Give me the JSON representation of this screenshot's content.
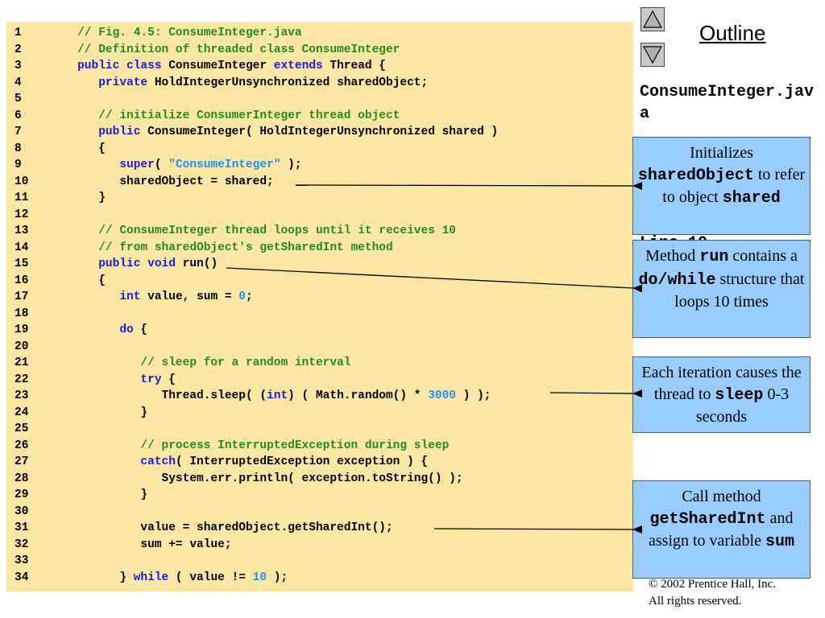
{
  "code": {
    "lines": [
      {
        "n": "1",
        "segs": [
          {
            "t": "   // Fig. 4.5: ConsumeInteger.java",
            "c": "cm"
          }
        ]
      },
      {
        "n": "2",
        "segs": [
          {
            "t": "   // Definition of threaded class ConsumeInteger",
            "c": "cm"
          }
        ]
      },
      {
        "n": "3",
        "segs": [
          {
            "t": "   ",
            "c": ""
          },
          {
            "t": "public class",
            "c": "kw"
          },
          {
            "t": " ConsumeInteger ",
            "c": ""
          },
          {
            "t": "extends",
            "c": "kw"
          },
          {
            "t": " Thread {",
            "c": ""
          }
        ]
      },
      {
        "n": "4",
        "segs": [
          {
            "t": "      ",
            "c": ""
          },
          {
            "t": "private",
            "c": "kw"
          },
          {
            "t": " HoldIntegerUnsynchronized sharedObject;",
            "c": ""
          }
        ]
      },
      {
        "n": "5",
        "segs": []
      },
      {
        "n": "6",
        "segs": [
          {
            "t": "      // initialize ConsumerInteger thread object",
            "c": "cm"
          }
        ]
      },
      {
        "n": "7",
        "segs": [
          {
            "t": "      ",
            "c": ""
          },
          {
            "t": "public",
            "c": "kw"
          },
          {
            "t": " ConsumeInteger( HoldIntegerUnsynchronized shared )",
            "c": ""
          }
        ]
      },
      {
        "n": "8",
        "segs": [
          {
            "t": "      {",
            "c": ""
          }
        ]
      },
      {
        "n": "9",
        "segs": [
          {
            "t": "         ",
            "c": ""
          },
          {
            "t": "super",
            "c": "kw"
          },
          {
            "t": "( ",
            "c": ""
          },
          {
            "t": "\"ConsumeInteger\"",
            "c": "str"
          },
          {
            "t": " );",
            "c": ""
          }
        ]
      },
      {
        "n": "10",
        "segs": [
          {
            "t": "         sharedObject = shared;",
            "c": ""
          }
        ]
      },
      {
        "n": "11",
        "segs": [
          {
            "t": "      }",
            "c": ""
          }
        ]
      },
      {
        "n": "12",
        "segs": []
      },
      {
        "n": "13",
        "segs": [
          {
            "t": "      // ConsumeInteger thread loops until it receives 10",
            "c": "cm"
          }
        ]
      },
      {
        "n": "14",
        "segs": [
          {
            "t": "      // from sharedObject's getSharedInt method",
            "c": "cm"
          }
        ]
      },
      {
        "n": "15",
        "segs": [
          {
            "t": "      ",
            "c": ""
          },
          {
            "t": "public void",
            "c": "kw"
          },
          {
            "t": " run()",
            "c": ""
          }
        ]
      },
      {
        "n": "16",
        "segs": [
          {
            "t": "      {",
            "c": ""
          }
        ]
      },
      {
        "n": "17",
        "segs": [
          {
            "t": "         ",
            "c": ""
          },
          {
            "t": "int",
            "c": "kw"
          },
          {
            "t": " value, sum = ",
            "c": ""
          },
          {
            "t": "0",
            "c": "num"
          },
          {
            "t": ";",
            "c": ""
          }
        ]
      },
      {
        "n": "18",
        "segs": []
      },
      {
        "n": "19",
        "segs": [
          {
            "t": "         ",
            "c": ""
          },
          {
            "t": "do",
            "c": "kw"
          },
          {
            "t": " {",
            "c": ""
          }
        ]
      },
      {
        "n": "20",
        "segs": []
      },
      {
        "n": "21",
        "segs": [
          {
            "t": "            // sleep for a random interval",
            "c": "cm"
          }
        ]
      },
      {
        "n": "22",
        "segs": [
          {
            "t": "            ",
            "c": ""
          },
          {
            "t": "try",
            "c": "kw"
          },
          {
            "t": " {",
            "c": ""
          }
        ]
      },
      {
        "n": "23",
        "segs": [
          {
            "t": "               Thread.sleep( (",
            "c": ""
          },
          {
            "t": "int",
            "c": "kw"
          },
          {
            "t": ") ( Math.random() * ",
            "c": ""
          },
          {
            "t": "3000",
            "c": "num"
          },
          {
            "t": " ) );",
            "c": ""
          }
        ]
      },
      {
        "n": "24",
        "segs": [
          {
            "t": "            }",
            "c": ""
          }
        ]
      },
      {
        "n": "25",
        "segs": []
      },
      {
        "n": "26",
        "segs": [
          {
            "t": "            // process InterruptedException during sleep",
            "c": "cm"
          }
        ]
      },
      {
        "n": "27",
        "segs": [
          {
            "t": "            ",
            "c": ""
          },
          {
            "t": "catch",
            "c": "kw"
          },
          {
            "t": "( InterruptedException exception ) {",
            "c": ""
          }
        ]
      },
      {
        "n": "28",
        "segs": [
          {
            "t": "               System.err.println( exception.toString() );",
            "c": ""
          }
        ]
      },
      {
        "n": "29",
        "segs": [
          {
            "t": "            }",
            "c": ""
          }
        ]
      },
      {
        "n": "30",
        "segs": []
      },
      {
        "n": "31",
        "segs": [
          {
            "t": "            value = sharedObject.getSharedInt();",
            "c": ""
          }
        ]
      },
      {
        "n": "32",
        "segs": [
          {
            "t": "            sum += value;",
            "c": ""
          }
        ]
      },
      {
        "n": "33",
        "segs": []
      },
      {
        "n": "34",
        "segs": [
          {
            "t": "         } ",
            "c": ""
          },
          {
            "t": "while",
            "c": "kw"
          },
          {
            "t": " ( value != ",
            "c": ""
          },
          {
            "t": "10",
            "c": "num"
          },
          {
            "t": " );",
            "c": ""
          }
        ]
      }
    ]
  },
  "nav": {
    "outline_label": "Outline",
    "up_icon": "triangle-up-icon",
    "down_icon": "triangle-down-icon"
  },
  "sidebar": {
    "file_title": "ConsumeInteger.java",
    "slide_label": "Line 10"
  },
  "callouts": [
    {
      "id": "callout-initializes",
      "segs": [
        {
          "t": "Initializes ",
          "m": false
        },
        {
          "t": "sharedObject",
          "m": true
        },
        {
          "t": " to refer to object ",
          "m": false
        },
        {
          "t": "shared",
          "m": true
        }
      ]
    },
    {
      "id": "callout-run-method",
      "segs": [
        {
          "t": "Method ",
          "m": false
        },
        {
          "t": "run",
          "m": true
        },
        {
          "t": " contains a ",
          "m": false
        },
        {
          "t": "do/while",
          "m": true
        },
        {
          "t": " structure that loops 10 times",
          "m": false
        }
      ]
    },
    {
      "id": "callout-sleep",
      "segs": [
        {
          "t": "Each iteration causes the thread to ",
          "m": false
        },
        {
          "t": "sleep",
          "m": true
        },
        {
          "t": " 0-3 seconds",
          "m": false
        }
      ]
    },
    {
      "id": "callout-getsharedint",
      "segs": [
        {
          "t": "Call method ",
          "m": false
        },
        {
          "t": "getSharedInt",
          "m": true
        },
        {
          "t": " and assign to variable ",
          "m": false
        },
        {
          "t": "sum",
          "m": true
        }
      ]
    }
  ],
  "footer": {
    "copyright_line1": "© 2002 Prentice Hall, Inc.",
    "copyright_line2": "All rights reserved."
  },
  "colors": {
    "code_bg": "#fbe7a3",
    "comment": "#228b22",
    "keyword": "#1a1ae6",
    "literal": "#1e90ff",
    "callout_bg": "#99ccff"
  }
}
